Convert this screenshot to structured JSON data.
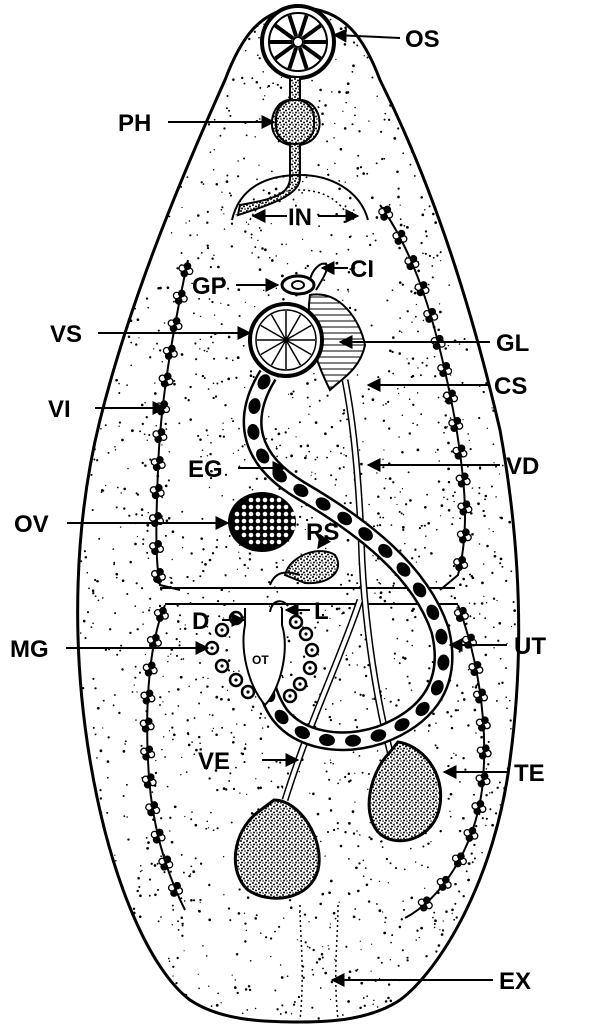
{
  "labels": {
    "os": "OS",
    "ph": "PH",
    "in": "IN",
    "ci": "CI",
    "gp": "GP",
    "vs": "VS",
    "gl": "GL",
    "cs": "CS",
    "vi": "VI",
    "eg": "EG",
    "vd": "VD",
    "ov": "OV",
    "rs": "RS",
    "d": "D",
    "l": "L",
    "ot": "OT",
    "mg": "MG",
    "ut": "UT",
    "ve": "VE",
    "te": "TE",
    "ex": "EX"
  },
  "colors": {
    "ink": "#000000",
    "paper": "#ffffff"
  }
}
